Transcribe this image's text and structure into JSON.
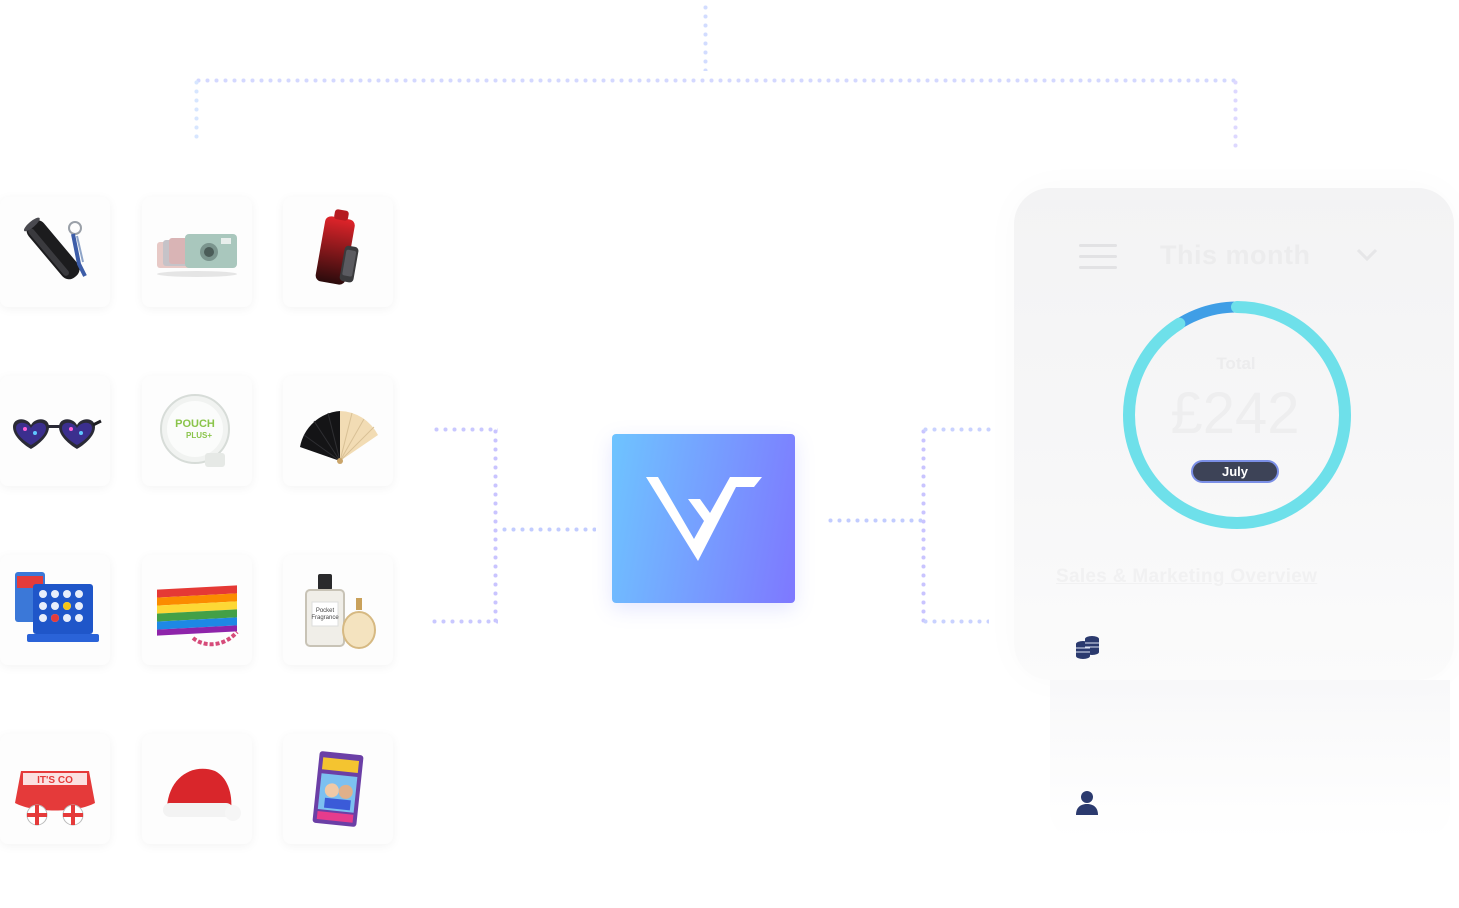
{
  "dashboard": {
    "period_label": "This month",
    "total_label": "Total",
    "total_value": "£242",
    "month_pill": "July",
    "section_title": "Sales & Marketing Overview",
    "revenue_icon": "coins-icon",
    "customers_icon": "user-icon",
    "revenue_share": 0.91
  },
  "logo": {
    "icon": "vapes-v-logo"
  },
  "products": [
    "flashlight-keychain-product",
    "disposable-camera-product",
    "vape-device-product",
    "led-heart-glasses-product",
    "pouch-plus-tin-product",
    "folding-fan-product",
    "connect-four-game-product",
    "rainbow-flag-product",
    "perfume-bottles-product",
    "england-bucket-hat-product",
    "santa-hat-product",
    "trading-cards-pack-product"
  ],
  "pouch_label_1": "POUCH",
  "pouch_label_2": "PLUS+",
  "perfume_label_1": "Pocket",
  "perfume_label_2": "Fragrance",
  "colors": {
    "accent_gradient_start": "#6ec4ff",
    "accent_gradient_end": "#7e78ff",
    "ring_primary": "#6ee0ea",
    "ring_secondary": "#3f9ee6",
    "pill_bg": "#3d4357",
    "pill_border": "#7b8fe6",
    "icon_navy": "#2b3a6e",
    "connector_blue": "#c9dbff",
    "connector_purple": "#c9c4ff"
  }
}
